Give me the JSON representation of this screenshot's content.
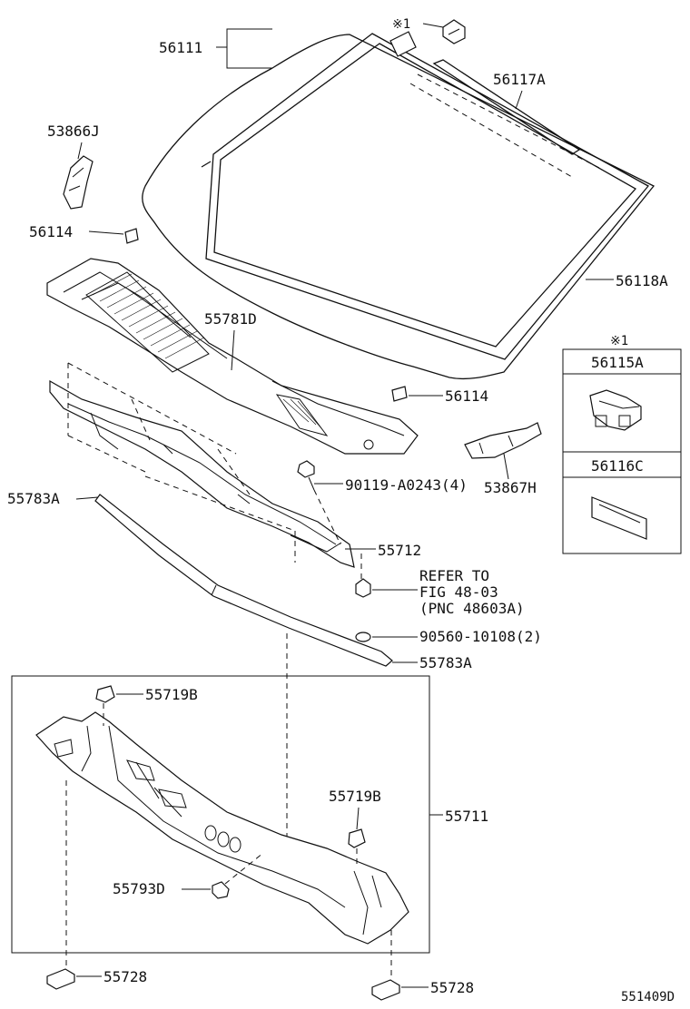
{
  "diagram_id": "551409D",
  "labels": {
    "windshield": "56111",
    "note_mark_top": "※1",
    "upper_molding": "56117A",
    "side_molding": "56118A",
    "bracket_left": "53866J",
    "spacer_upper": "56114",
    "spacer_lower": "56114",
    "cowl_top_panel": "55781D",
    "bracket_right": "53867H",
    "screw": "90119-A0243(4)",
    "louver": "55712",
    "weatherstrip_upper": "55783A",
    "weatherstrip_lower": "55783A",
    "refer_line1": "REFER TO",
    "refer_line2": "FIG 48-03",
    "refer_line3": "(PNC 48603A)",
    "nut": "90560-10108(2)",
    "cowl_panel": "55711",
    "clip_upper": "55719B",
    "clip_right": "55719B",
    "grommet": "55793D",
    "seal_left": "55728",
    "seal_right": "55728"
  },
  "inset": {
    "note_mark": "※1",
    "part_a": "56115A",
    "part_b": "56116C"
  }
}
